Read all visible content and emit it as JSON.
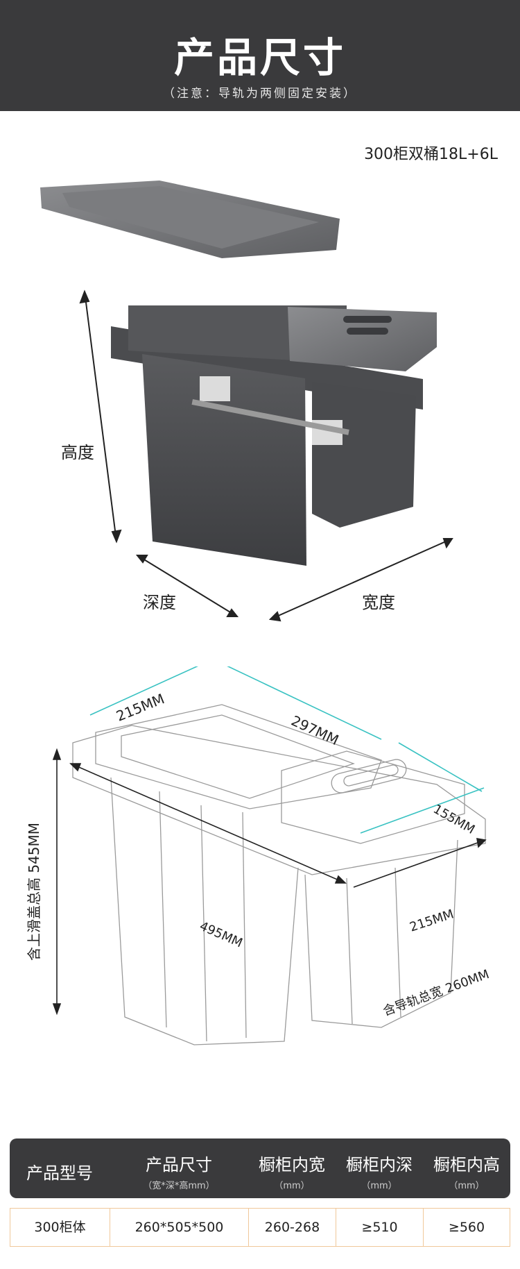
{
  "header": {
    "title": "产品尺寸",
    "subtitle": "（注意：导轨为两侧固定安装）"
  },
  "model_note": "300柜双桶18L+6L",
  "photo_labels": {
    "height": "高度",
    "depth": "深度",
    "width": "宽度"
  },
  "diagram_labels": {
    "top_width": "215MM",
    "top_length": "297MM",
    "small_length": "155MM",
    "small_width": "215MM",
    "total_depth": "495MM",
    "total_height": "含上滑盖总高 545MM",
    "rail_width": "含导轨总宽 260MM"
  },
  "table": {
    "headers": [
      {
        "main": "产品型号",
        "sub": ""
      },
      {
        "main": "产品尺寸",
        "sub": "（宽*深*高mm）"
      },
      {
        "main": "橱柜内宽",
        "sub": "（mm）"
      },
      {
        "main": "橱柜内深",
        "sub": "（mm）"
      },
      {
        "main": "橱柜内高",
        "sub": "（mm）"
      }
    ],
    "row": [
      "300柜体",
      "260*505*500",
      "260-268",
      "≥510",
      "≥560"
    ]
  },
  "colors": {
    "header_bg": "#3a3a3c",
    "dimension_teal": "#39c2c2",
    "table_border": "#f0c89a"
  }
}
